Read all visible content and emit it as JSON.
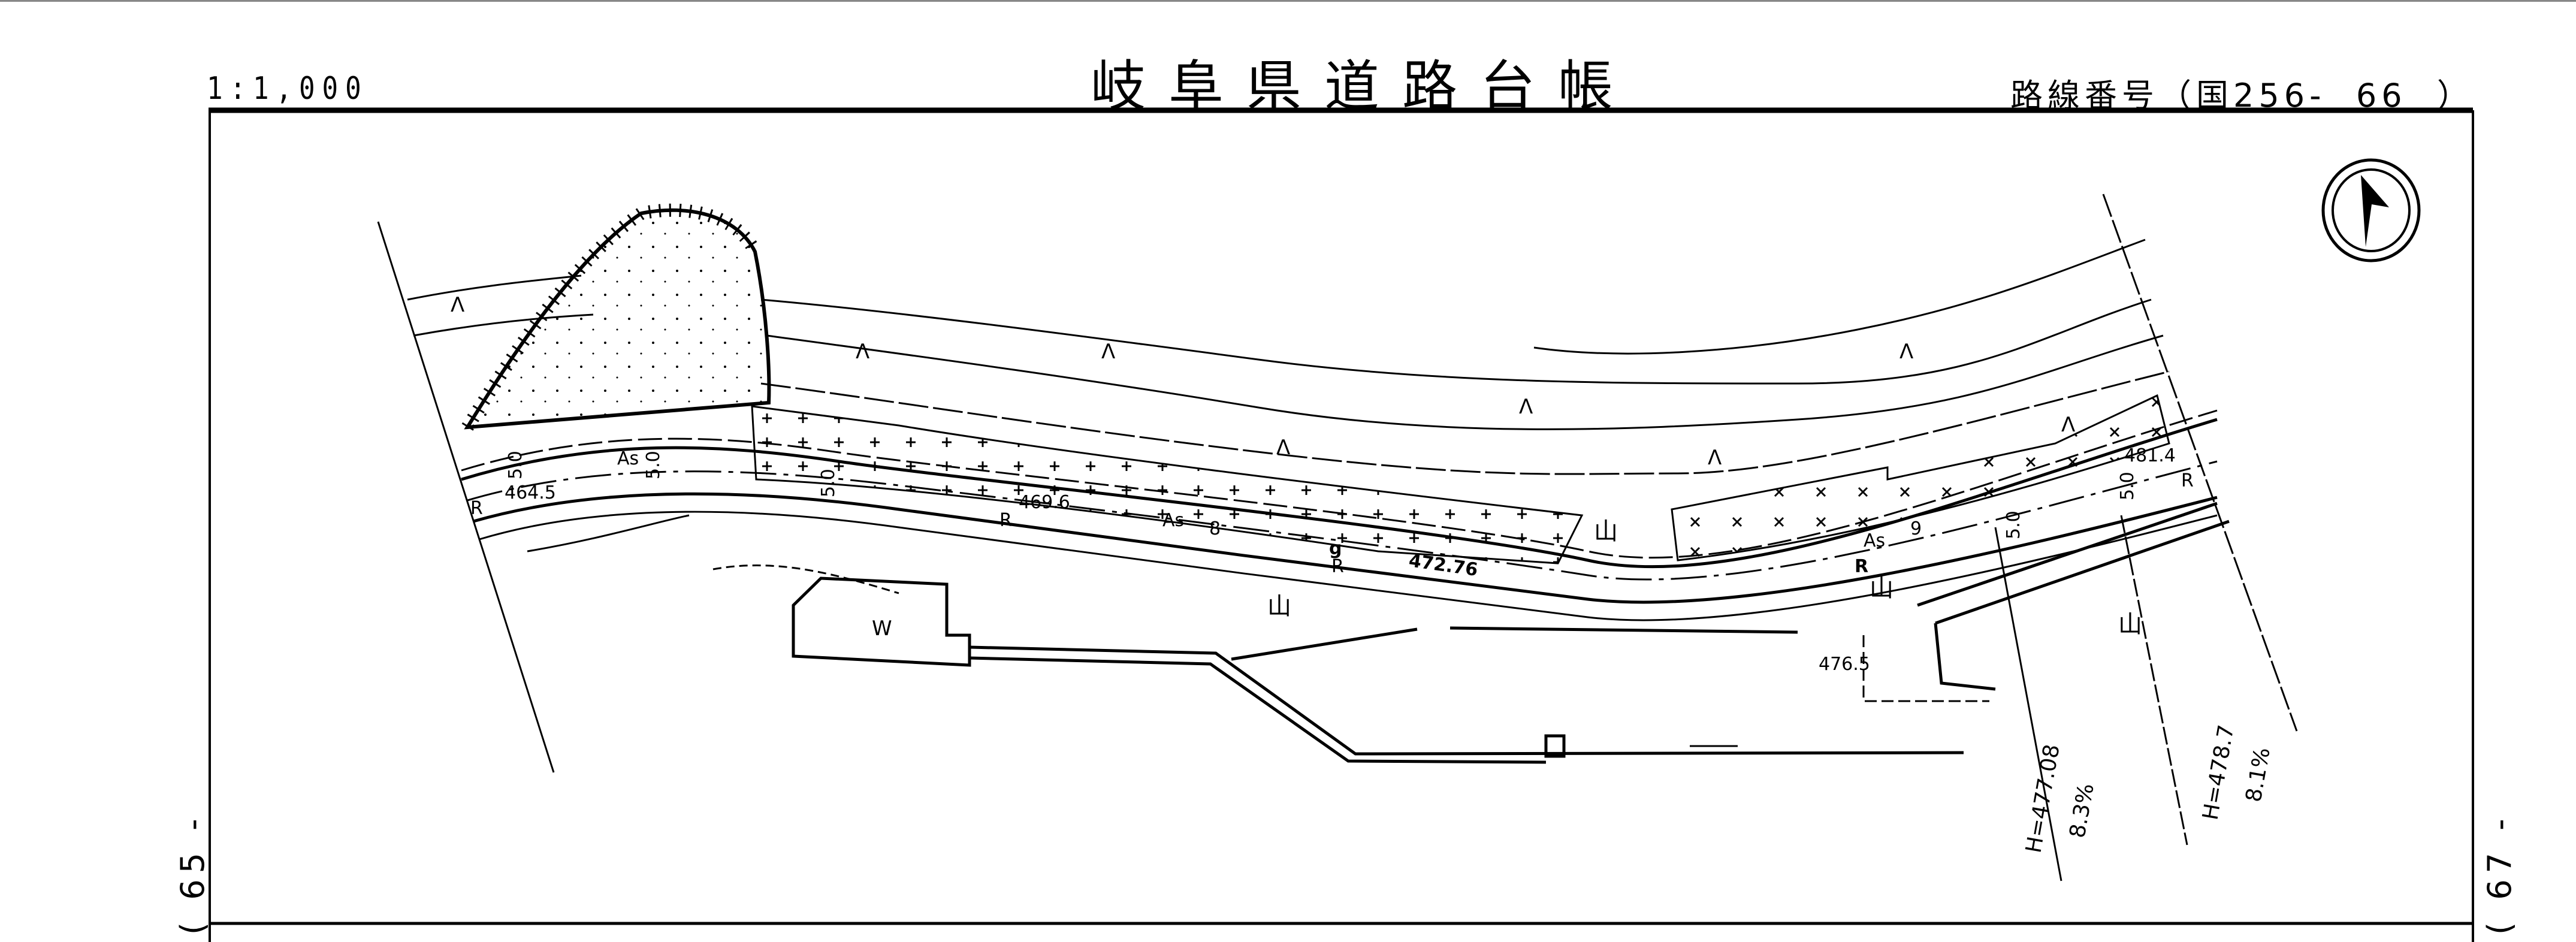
{
  "header": {
    "scale": "1:1,000",
    "title": "岐阜県道路台帳",
    "route_number": "路線番号（国256-  66  ）"
  },
  "sheet_refs": {
    "left": "( 65 -",
    "right": "( 67 -"
  },
  "map": {
    "north_arrow": "north-arrow",
    "elevations": [
      "464.5",
      "469.6",
      "472.76",
      "476.5",
      "481.4"
    ],
    "pavement_labels": [
      "As",
      "As",
      "As"
    ],
    "widths": [
      "5.0",
      "5.0",
      "5.0",
      "5.0",
      "5.0"
    ],
    "road_marks": [
      "R",
      "R",
      "R",
      "R",
      "R"
    ],
    "stations": [
      "8",
      "9",
      "g"
    ],
    "building_label": "W",
    "gradients": [
      {
        "height": "H=477.08",
        "slope": "8.3%"
      },
      {
        "height": "H=478.7",
        "slope": "8.1%"
      }
    ]
  }
}
